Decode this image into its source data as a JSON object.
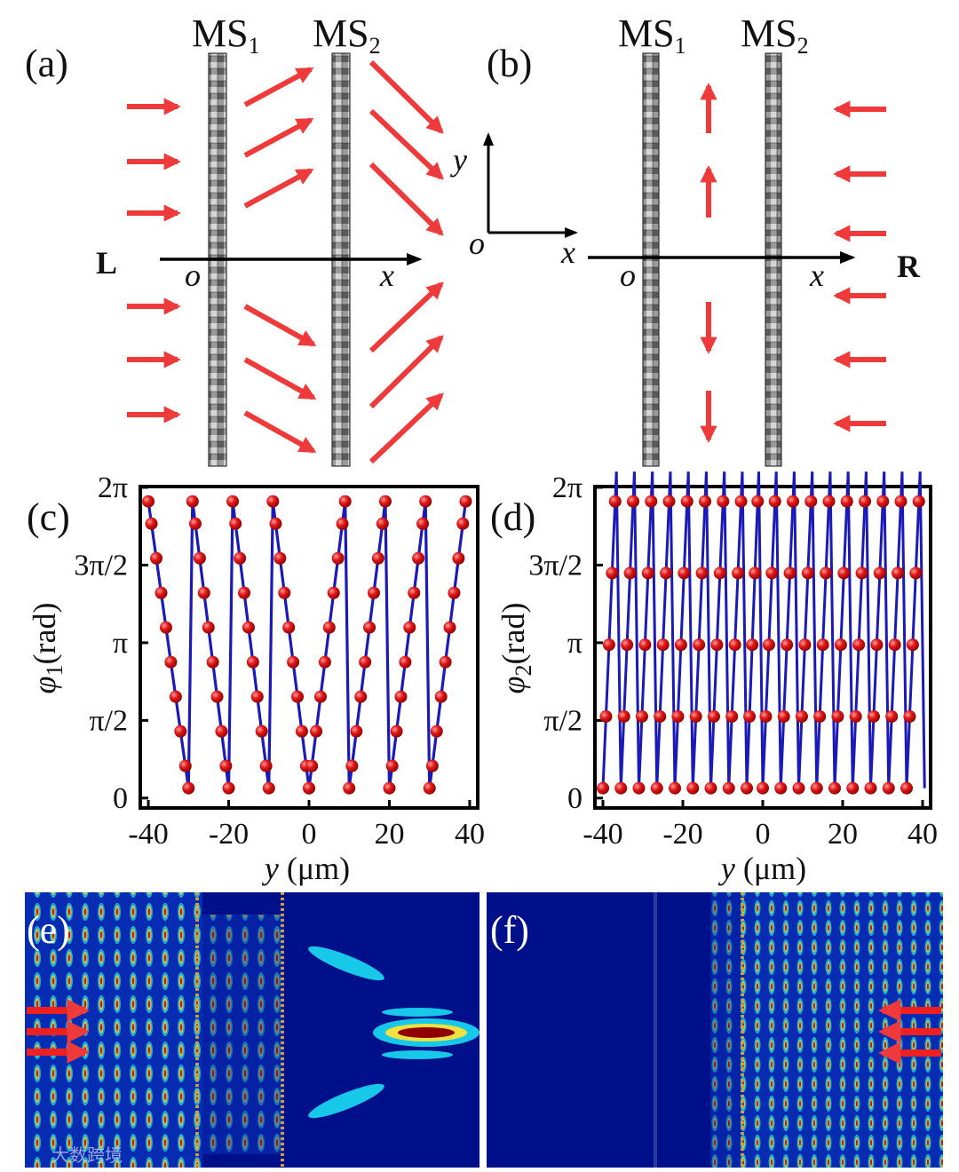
{
  "panels": {
    "a": {
      "label": "(a)",
      "ms1_main": "MS",
      "ms1_sub": "1",
      "ms2_main": "MS",
      "ms2_sub": "2",
      "side": "L",
      "origin": "o",
      "axis": "x"
    },
    "b": {
      "label": "(b)",
      "ms1_main": "MS",
      "ms1_sub": "1",
      "ms2_main": "MS",
      "ms2_sub": "2",
      "side": "R",
      "origin": "o",
      "axis": "x",
      "coord_x": "x",
      "coord_y": "y",
      "coord_o": "o"
    },
    "e": {
      "label": "(e)"
    },
    "f": {
      "label": "(f)"
    }
  },
  "watermark": "大数跨境",
  "colors": {
    "line": "#1a1ab8",
    "marker": "#e01818",
    "arrow": "#ee3a3a",
    "field_bg": "#00108a"
  },
  "chart_data": [
    {
      "id": "c",
      "label": "(c)",
      "type": "line",
      "ylabel_sym": "φ",
      "ylabel_sub": "1",
      "ylabel_unit": "(rad)",
      "xlabel_sym": "y",
      "xlabel_unit": " (μm)",
      "xlim": [
        -42,
        42
      ],
      "ylim": [
        -0.2,
        6.3
      ],
      "xticks": [
        -40,
        -20,
        0,
        20,
        40
      ],
      "xtick_labels": [
        "-40",
        "-20",
        "0",
        "20",
        "40"
      ],
      "yticks": [
        0,
        1.5708,
        3.1416,
        4.7124,
        6.2832
      ],
      "ytick_labels": [
        "0",
        "π/2",
        "π",
        "3π/2",
        "2π"
      ],
      "marker_levels": [
        0.2,
        0.65,
        1.35,
        2.05,
        2.75,
        3.45,
        4.15,
        4.85,
        5.55,
        6.0
      ],
      "segments": [
        {
          "x0": -40,
          "x1": -30,
          "dir": "down"
        },
        {
          "x0": -30,
          "x1": -29,
          "dir": "up"
        },
        {
          "x0": -29,
          "x1": -20,
          "dir": "down"
        },
        {
          "x0": -20,
          "x1": -19,
          "dir": "up"
        },
        {
          "x0": -19,
          "x1": -10,
          "dir": "down"
        },
        {
          "x0": -10,
          "x1": -9,
          "dir": "up"
        },
        {
          "x0": -9,
          "x1": 0,
          "dir": "down"
        },
        {
          "x0": 0,
          "x1": 9,
          "dir": "up"
        },
        {
          "x0": 9,
          "x1": 10,
          "dir": "down"
        },
        {
          "x0": 10,
          "x1": 19,
          "dir": "up"
        },
        {
          "x0": 19,
          "x1": 20,
          "dir": "down"
        },
        {
          "x0": 20,
          "x1": 29,
          "dir": "up"
        },
        {
          "x0": 29,
          "x1": 30,
          "dir": "down"
        },
        {
          "x0": 30,
          "x1": 39,
          "dir": "up"
        }
      ]
    },
    {
      "id": "d",
      "label": "(d)",
      "type": "line",
      "ylabel_sym": "φ",
      "ylabel_sub": "2",
      "ylabel_unit": "(rad)",
      "xlabel_sym": "y",
      "xlabel_unit": " (μm)",
      "xlim": [
        -42,
        42
      ],
      "ylim": [
        -0.2,
        6.3
      ],
      "xticks": [
        -40,
        -20,
        0,
        20,
        40
      ],
      "xtick_labels": [
        "-40",
        "-20",
        "0",
        "20",
        "40"
      ],
      "yticks": [
        0,
        1.5708,
        3.1416,
        4.7124,
        6.2832
      ],
      "ytick_labels": [
        "0",
        "π/2",
        "π",
        "3π/2",
        "2π"
      ],
      "marker_levels": [
        0.2,
        1.65,
        3.1,
        4.55,
        6.0
      ],
      "periods": [
        -40,
        -35.5,
        -31,
        -26.5,
        -22,
        -17.5,
        -13,
        -8.5,
        -4,
        0,
        4.5,
        9,
        13.5,
        18,
        22.5,
        27,
        31.5,
        36,
        40.5
      ],
      "top_value": 6.6,
      "bottom_value": 0.2
    }
  ]
}
